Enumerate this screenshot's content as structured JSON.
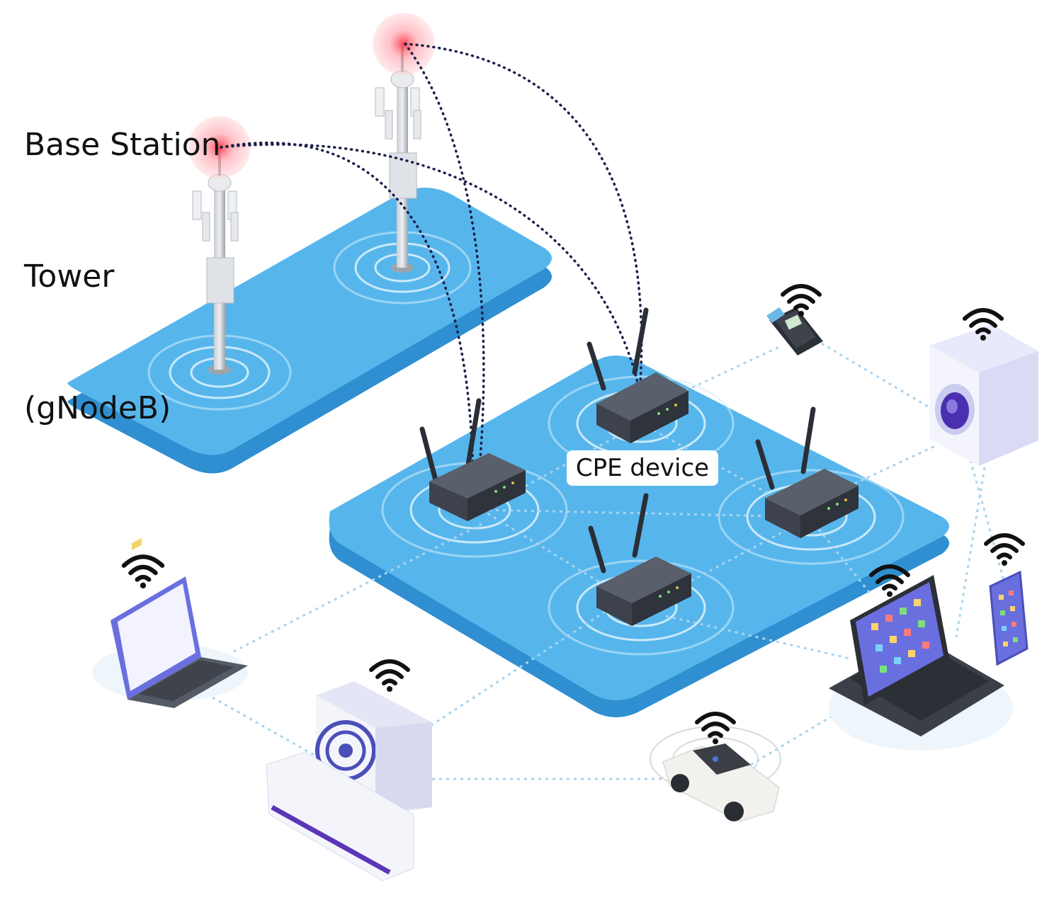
{
  "labels": {
    "tower_line1": "Base Station",
    "tower_line2": "Tower",
    "tower_line3": "(gNodeB)",
    "cpe": "CPE device"
  },
  "colors": {
    "platform": "#4aaee8",
    "platform_edge": "#2f8fd0",
    "platform_top": "#56b6ec",
    "signal_ring": "#cfeafb",
    "tower_glow": "#ff4d5e",
    "backhaul_dots": "#1b1f4a",
    "wifi_link": "#a9d4ef",
    "router": "#444a55",
    "device_accent": "#6a6fe0"
  },
  "nodes": {
    "towers": [
      "tower-left",
      "tower-right"
    ],
    "cpe_devices": [
      "cpe-west",
      "cpe-north",
      "cpe-east",
      "cpe-south"
    ],
    "client_devices": [
      "laptop",
      "air-conditioner",
      "car",
      "tablet",
      "smartphone",
      "washing-machine",
      "card-terminal"
    ]
  }
}
